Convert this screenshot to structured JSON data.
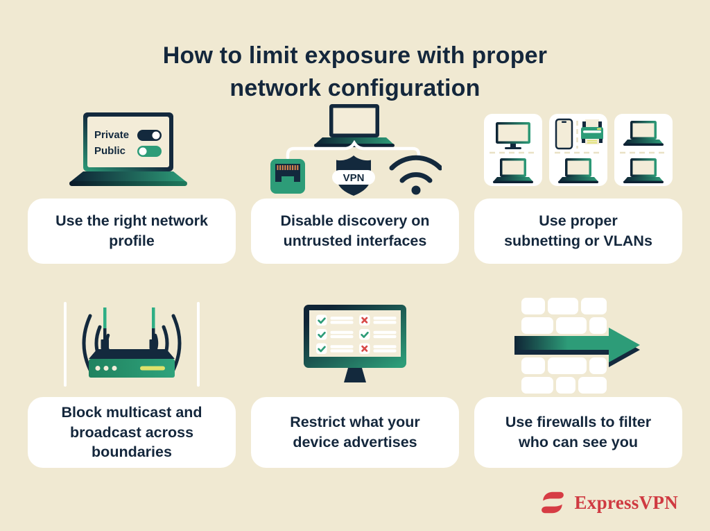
{
  "title": {
    "text": "How to limit exposure with proper network configuration",
    "lines": [
      "How to limit exposure with proper",
      "network configuration"
    ]
  },
  "panels": [
    {
      "illustration": "laptop-with-network-profile-toggles",
      "caption": "Use the right network profile",
      "caption_lines": [
        "Use the right network",
        "profile"
      ]
    },
    {
      "illustration": "laptop-connected-to-ethernet-vpn-wifi",
      "caption": "Disable discovery on untrusted interfaces",
      "caption_lines": [
        "Disable discovery on",
        "untrusted interfaces"
      ]
    },
    {
      "illustration": "device-groups-subnets",
      "caption": "Use proper subnetting or VLANs",
      "caption_lines": [
        "Use proper",
        "subnetting or VLANs"
      ]
    },
    {
      "illustration": "router-broadcast-between-boundaries",
      "caption": "Block multicast and broadcast across boundaries",
      "caption_lines": [
        "Block multicast and",
        "broadcast across",
        "boundaries"
      ]
    },
    {
      "illustration": "monitor-with-checklist",
      "caption": "Restrict what your device advertises",
      "caption_lines": [
        "Restrict what your",
        "device advertises"
      ]
    },
    {
      "illustration": "arrow-through-firewall-wall",
      "caption": "Use firewalls to filter who can see you",
      "caption_lines": [
        "Use firewalls to filter",
        "who can see you"
      ]
    }
  ],
  "labels": {
    "private_toggle": "Private",
    "public_toggle": "Public",
    "vpn_shield": "VPN"
  },
  "brand": {
    "name": "ExpressVPN"
  },
  "colors": {
    "background": "#f0e9d2",
    "navy": "#13293d",
    "green": "#2d9c78",
    "teal_light": "#2fae85",
    "screen_cream": "#f3ecd8",
    "dashed_beige": "#e9e1c6",
    "pin_orange": "#e0884f",
    "led_yellow": "#dfe26b",
    "cross_red": "#d84a48",
    "brand_red": "#cf3a41",
    "card_white": "#ffffff"
  }
}
